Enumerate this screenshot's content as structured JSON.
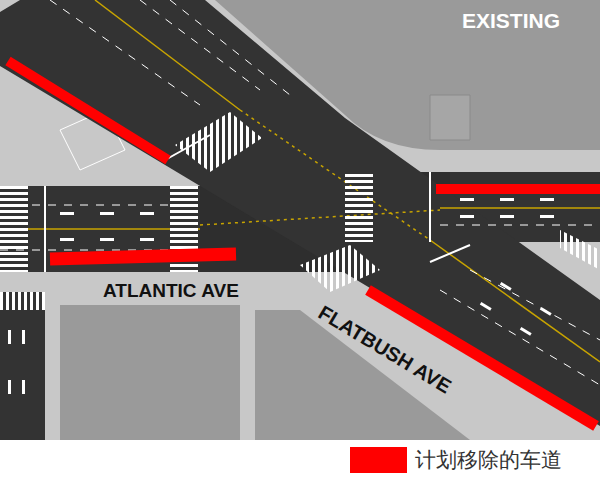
{
  "diagram": {
    "labels": [
      "EXISTING",
      "ATLANTIC AVE",
      "FLATBUSH AVE"
    ],
    "legend": [
      {
        "text": "计划移除的车道",
        "color": "#ff0000"
      }
    ]
  }
}
